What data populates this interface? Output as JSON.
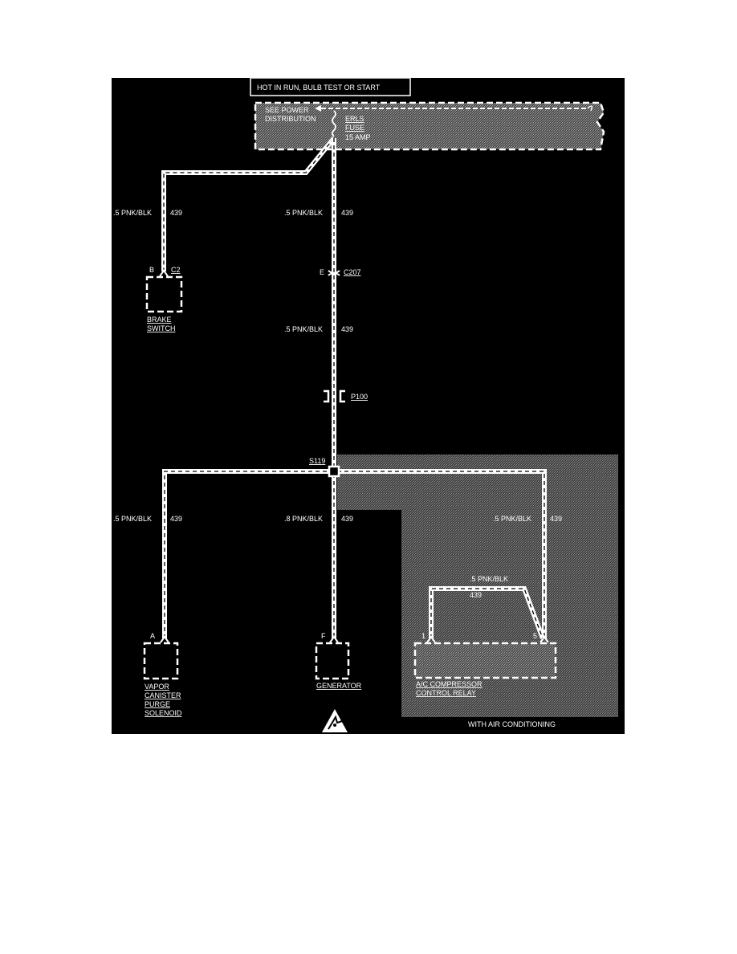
{
  "colors": {
    "background": "#000000",
    "foreground": "#ffffff",
    "shaded_area": "#6a6a6a",
    "page": "#ffffff"
  },
  "header": {
    "title": "HOT IN RUN, BULB TEST OR START"
  },
  "fuse_block": {
    "see_power": "SEE POWER",
    "distribution": "DISTRIBUTION",
    "fuse_name": "ERLS",
    "fuse_word": "FUSE",
    "fuse_rating": "15 AMP"
  },
  "wires": {
    "brake_wire_spec": ".5 PNK/BLK",
    "brake_wire_circuit": "439",
    "main_wire_spec": ".5 PNK/BLK",
    "main_wire_circuit": "439",
    "mid_wire_spec": ".5 PNK/BLK",
    "mid_wire_circuit": "439",
    "vapor_wire_spec": ".5 PNK/BLK",
    "vapor_wire_circuit": "439",
    "generator_wire_spec": ".8 PNK/BLK",
    "generator_wire_circuit": "439",
    "ac_wire_spec": ".5 PNK/BLK",
    "ac_wire_circuit": "439",
    "relay_jumper_spec": ".5 PNK/BLK",
    "relay_jumper_circuit": "439"
  },
  "connectors": {
    "c207_pin": "E",
    "c207_label": "C207",
    "p100_label": "P100",
    "splice_label": "S119"
  },
  "components": {
    "brake_switch": {
      "pin": "B",
      "connector": "C2",
      "name_line1": "BRAKE",
      "name_line2": "SWITCH"
    },
    "vapor_solenoid": {
      "pin": "A",
      "name_line1": "VAPOR",
      "name_line2": "CANISTER",
      "name_line3": "PURGE",
      "name_line4": "SOLENOID"
    },
    "generator": {
      "pin": "F",
      "name_line1": "GENERATOR"
    },
    "ac_relay": {
      "pin_left": "1",
      "pin_right": "5",
      "name_line1": "A/C COMPRESSOR",
      "name_line2": "CONTROL RELAY"
    }
  },
  "notes": {
    "with_ac": "WITH AIR CONDITIONING"
  },
  "icons": {
    "esd": "esd-warning-icon"
  }
}
